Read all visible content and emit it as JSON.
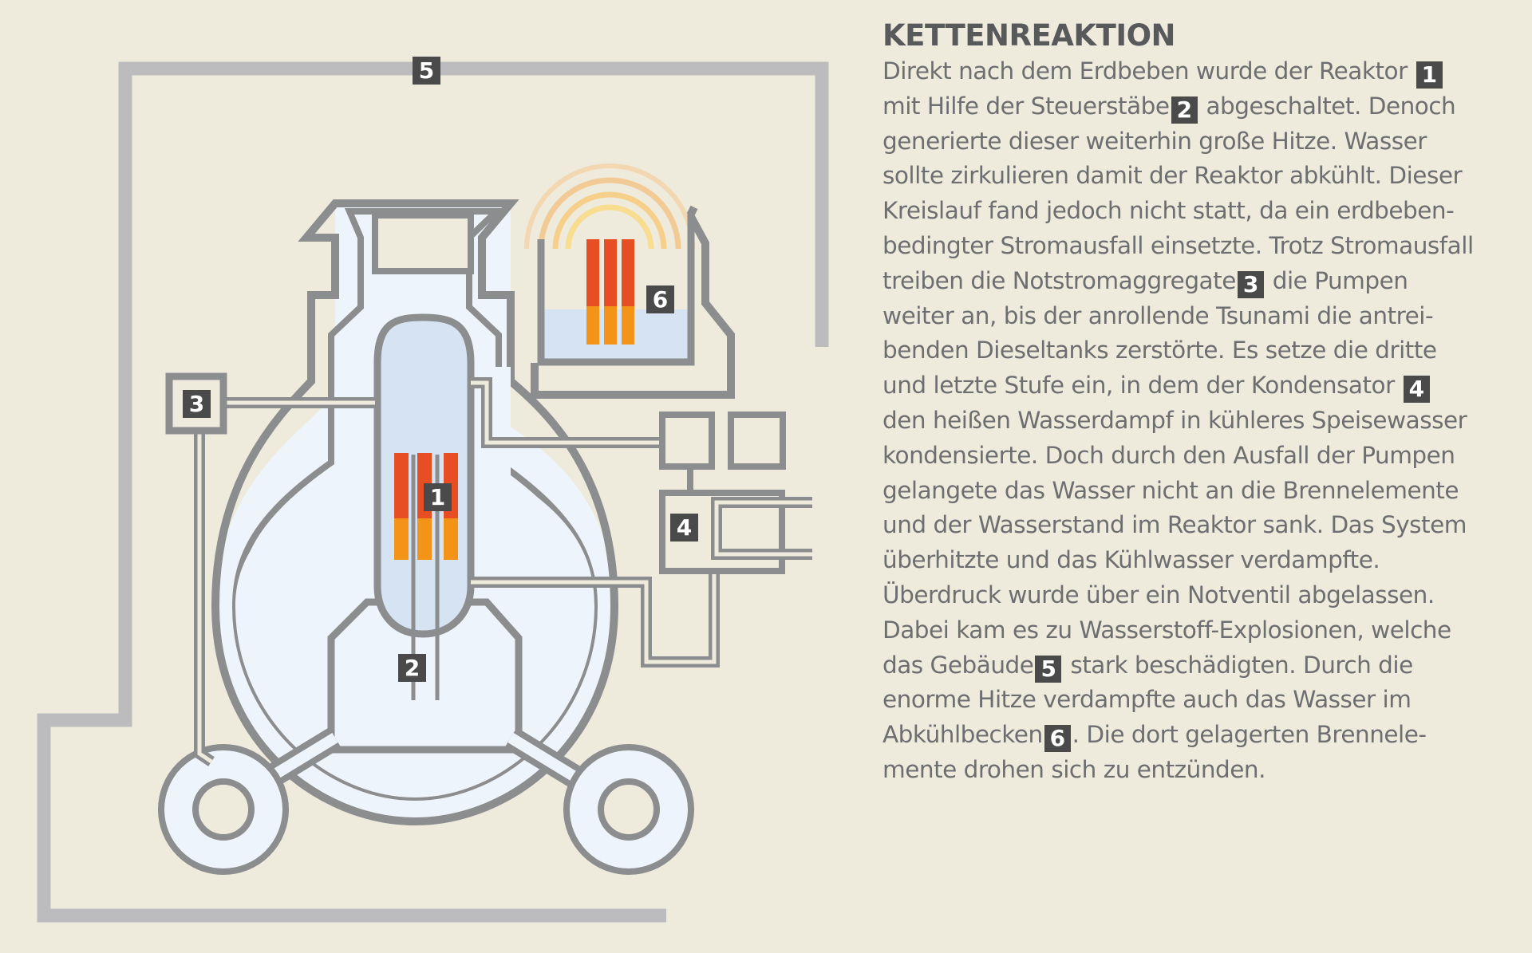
{
  "title": "KETTENREAKTION",
  "colors": {
    "background": "#eeebdc",
    "outline": "#8c8d8f",
    "building": "#bcbcbe",
    "water": "#eef4fb",
    "rod_red": "#e84e24",
    "rod_orange": "#f39418",
    "badge": "#4a4a4a"
  },
  "diagram": {
    "labels": {
      "reactor": "1",
      "control_rods": "2",
      "emergency_generators": "3",
      "condenser": "4",
      "building": "5",
      "cooling_pool": "6"
    }
  },
  "body": {
    "l1": "Direkt nach dem Erdbeben wurde der Reaktor",
    "b1": "1",
    "l2a": "mit Hilfe der Steuerstäbe",
    "b2": "2",
    "l2b": "abgeschaltet. Denoch",
    "l3": "generierte dieser weiterhin große Hitze. Wasser",
    "l4": "sollte zirkulieren damit der Reaktor abkühlt. Dieser",
    "l5": "Kreislauf fand jedoch nicht statt, da ein erdbeben-",
    "l6": "bedingter Stromausfall einsetzte. Trotz Stromausfall",
    "l7a": "treiben die Notstromaggregate",
    "b3": "3",
    "l7b": "die Pumpen",
    "l8": "weiter an, bis der anrollende Tsunami die antrei-",
    "l9": "benden Dieseltanks zerstörte. Es setze die dritte",
    "l10": "und letzte Stufe ein, in dem der Kondensator",
    "b4": "4",
    "l11": "den heißen Wasserdampf in kühleres Speisewasser",
    "l12": "kondensierte. Doch durch den Ausfall der Pumpen",
    "l13": "gelangete das Wasser nicht an die Brennelemente",
    "l14": "und der Wasserstand im Reaktor sank. Das System",
    "l15": "überhitzte und das Kühlwasser verdampfte.",
    "l16": "Überdruck wurde über ein Notventil abgelassen.",
    "l17": "Dabei kam es zu Wasserstoff-Explosionen, welche",
    "l18a": "das Gebäude",
    "b5": "5",
    "l18b": "stark beschädigten. Durch die",
    "l19": "enorme Hitze verdampfte auch das Wasser im",
    "l20a": "Abkühlbecken",
    "b6": "6",
    "l20b": ". Die dort gelagerten Brennele-",
    "l21": "mente drohen sich zu entzünden."
  }
}
